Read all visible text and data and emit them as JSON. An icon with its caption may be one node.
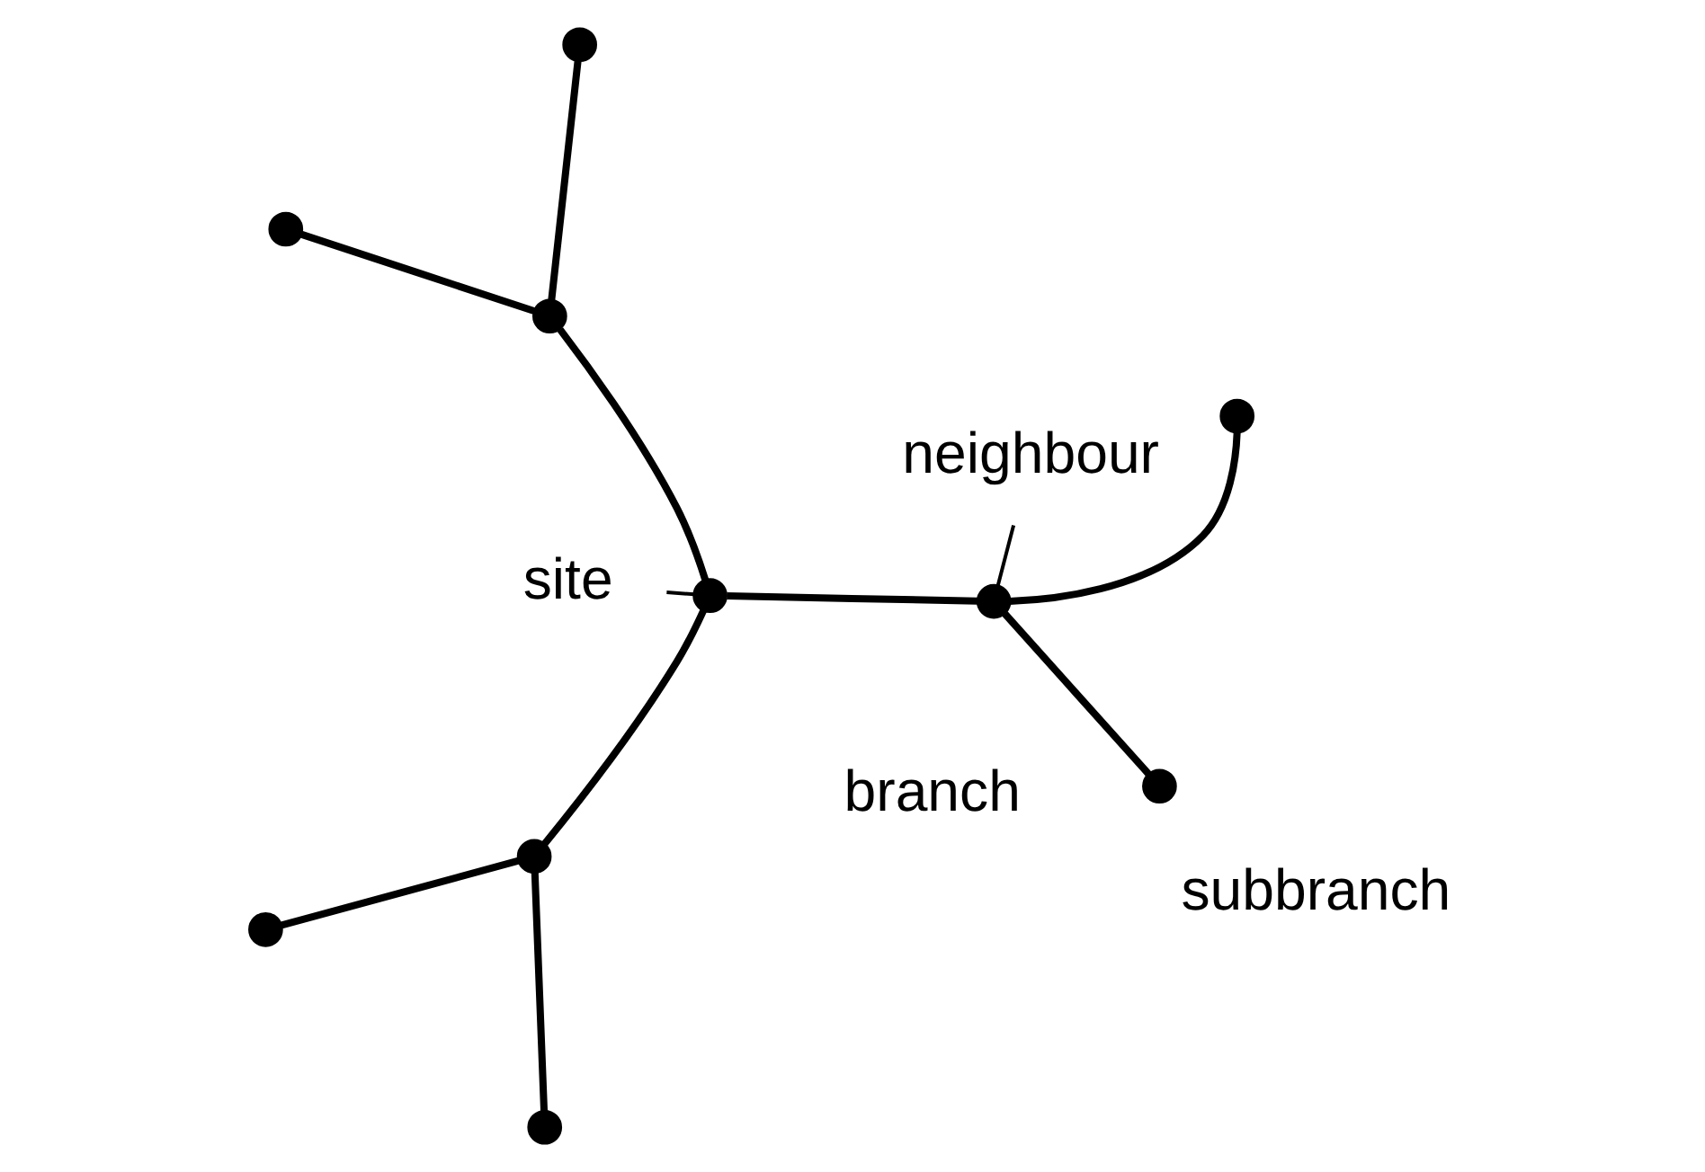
{
  "diagram": {
    "nodes": [
      {
        "text": [],
        "shape": "circle"
      },
      {
        "text": [],
        "shape": "circle"
      },
      {
        "text": [],
        "shape": "circle"
      },
      {
        "text": [
          "site"
        ]
      },
      {
        "text": [
          "neighbour"
        ]
      },
      {
        "text": [],
        "shape": "circle"
      },
      {
        "text": [],
        "shape": "circle"
      },
      {
        "text": [],
        "shape": "circle",
        "beside": [
          "subbranch"
        ]
      },
      {
        "text": [],
        "shape": "circle"
      },
      {
        "text": [],
        "shape": "circle"
      },
      {
        "text": [],
        "shape": "circle"
      },
      {
        "text": [],
        "shape": "circle"
      }
    ],
    "edges": [
      {
        "from": 0,
        "to": 2,
        "arrow": "none"
      },
      {
        "from": 1,
        "to": 2,
        "arrow": "none"
      },
      {
        "from": 2,
        "to": 6,
        "arrow": "none"
      },
      {
        "from": 6,
        "to": 8,
        "arrow": "none"
      },
      {
        "from": 6,
        "to": 9,
        "arrow": "none"
      },
      {
        "from": 5,
        "to": 8,
        "arrow": "none"
      },
      {
        "from": 8,
        "to": 10,
        "arrow": "none"
      },
      {
        "from": 7,
        "to": 9,
        "arrow": "none"
      },
      {
        "from": 9,
        "to": 11,
        "arrow": "none"
      },
      {
        "from": 3,
        "to": 6,
        "arrow": "none"
      },
      {
        "from": 4,
        "to": 9,
        "arrow": "none"
      }
    ],
    "labels": [
      "branch"
    ]
  }
}
